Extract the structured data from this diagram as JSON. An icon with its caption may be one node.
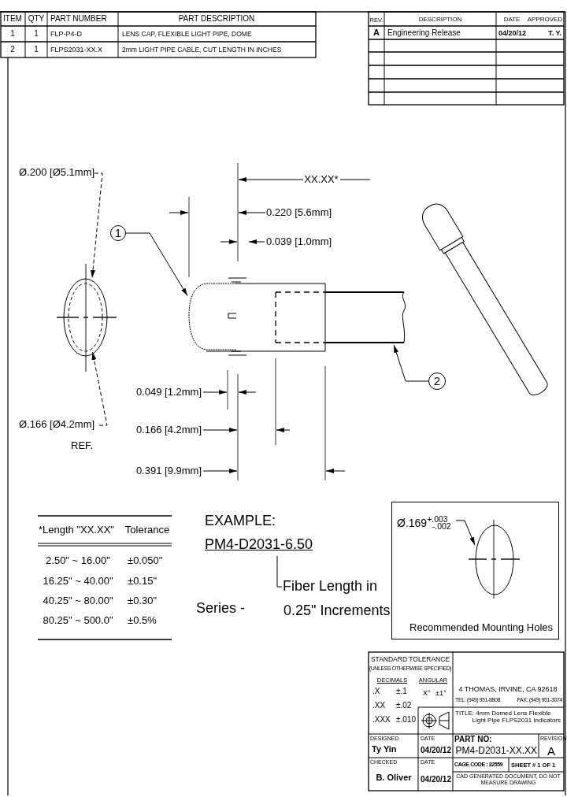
{
  "diagram": {
    "nodes": [
      {
        "text": [
          "1"
        ]
      },
      {
        "text": [],
        "shape": "picture"
      },
      {
        "text": [
          "2"
        ]
      },
      {
        "text": [],
        "shape": "picture"
      },
      {
        "text": [
          "Ø.200 [Ø5.1mm]"
        ]
      },
      {
        "text": [],
        "shape": "circle"
      },
      {
        "text": [
          "Ø.166 [Ø4.2mm]",
          "REF."
        ]
      },
      {
        "text": [],
        "shape": "circle",
        "in": 5
      },
      {
        "text": [
          "Recommended Mounting Holes"
        ]
      },
      {
        "text": [
          "Ø.169$^{+.003}$$_{-.002}$"
        ],
        "in": 8
      },
      {
        "text": [],
        "shape": "circle",
        "in": 8
      }
    ],
    "edges": [
      {
        "from": 0,
        "to": 1,
        "arrow": "to"
      },
      {
        "from": 2,
        "to": 3,
        "arrow": "to"
      },
      {
        "from": 4,
        "to": 5,
        "arrow": "to",
        "style": "dashed"
      },
      {
        "from": 6,
        "to": 7,
        "arrow": "to",
        "style": "dashed"
      },
      {
        "from": 9,
        "to": 10,
        "arrow": "to"
      }
    ],
    "labels": [
      "ITEM",
      "QTY",
      "PART NUMBER",
      "PART DESCRIPTION",
      "1",
      "1",
      "FLP-P4-D",
      "LENS CAP, FLEXIBLE LIGHT PIPE, DOME",
      "2",
      "1",
      "FLPS2031-XX.X",
      "2mm LIGHT PIPE CABLE, CUT LENGTH IN INCHES",
      "REV.",
      "DESCRIPTION",
      "DATE",
      "APPROVED",
      "A",
      "Engineering Release",
      "04/20/12",
      "T. Y.",
      "XX.XX*",
      "0.220 [5.6mm]",
      "0.039 [1.0mm]",
      "0.049 [1.2mm]",
      "0.166 [4.2mm]",
      "0.391 [9.9mm]",
      "*Length \"XX.XX\"",
      "Tolerance",
      "2.50\" ~ 16.00\"",
      "±0.050\"",
      "16.25\" ~ 40.00\"",
      "±0.15\"",
      "40.25\" ~ 80.00\"",
      "±0.30\"",
      "80.25\" ~ 500.0\"",
      "±0.5%",
      "EXAMPLE:",
      "PM4-D2031-6.50",
      "Fiber Length in",
      "Series -",
      "0.25\" Increments",
      "STANDARD TOLERANCE",
      "(UNLESS OTHERWISE SPECIFIED)",
      "DECIMALS",
      "ANGULAR",
      ".X",
      "±.1",
      "X°",
      "±1°",
      ".XX",
      "±.02",
      ".XXX",
      "±.010",
      "4 THOMAS, IRVINE, CA 92618",
      "TEL: (949) 951-8808",
      "FAX: (949) 951-3074",
      "TITLE: 4mm Domed Lens Flexible Light Pipe FLPS2031 Indicators",
      "DESIGNED",
      "DATE",
      "Ty Yin",
      "04/20/12",
      "CHECKED",
      "DATE",
      "B. Oliver",
      "04/20/12",
      "PART NO:",
      "PM4-D2031-XX.XX",
      "REVISION",
      "A",
      "CAGE CODE : 32559",
      "SHEET # 1 OF 1",
      "CAD GENERATED DOCUMENT, DO NOT MEASURE DRAWING"
    ]
  }
}
